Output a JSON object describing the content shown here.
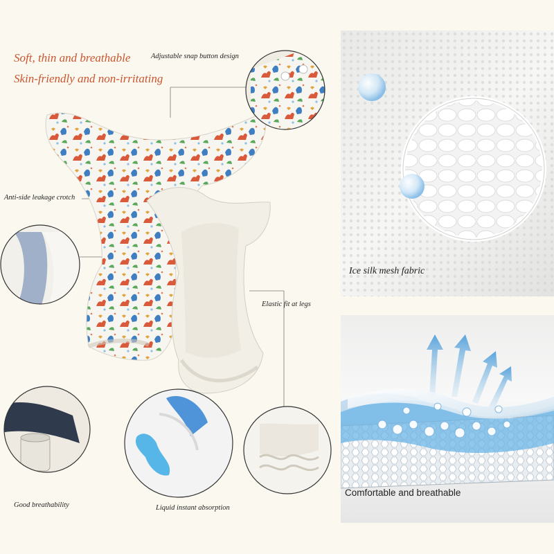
{
  "headline": {
    "line1": "Soft, thin and breathable",
    "line2": "Skin-friendly and non-irritating"
  },
  "callouts": {
    "snap_button": "Adjustable snap button design",
    "anti_leak": "Anti-side leakage crotch",
    "elastic_legs": "Elastic fit at legs",
    "breathability": "Good breathability",
    "absorption": "Liquid instant absorption"
  },
  "panels": {
    "mesh_label": "Ice silk mesh fabric",
    "layers_label": "Comfortable and breathable"
  },
  "colors": {
    "headline": "#c9542f",
    "background": "#fbf9ef",
    "callout_text": "#222222",
    "accent_blue": "#6bb4e6"
  }
}
